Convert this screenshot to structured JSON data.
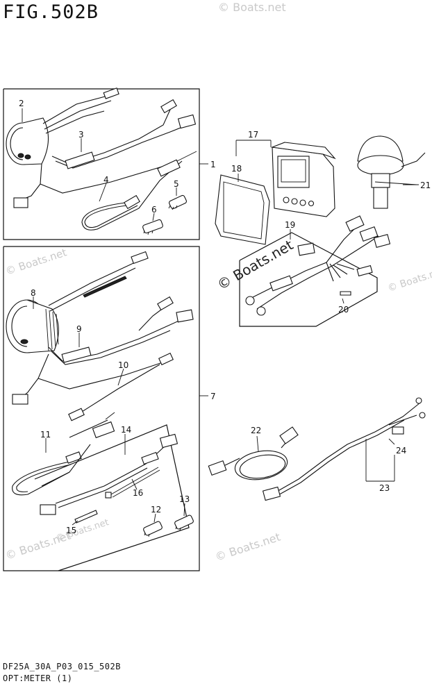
{
  "figure": {
    "title": "FIG.502B",
    "model_code": "DF25A_30A_P03_015_502B",
    "section": "OPT:METER (1)"
  },
  "watermarks": {
    "text": "© Boats.net"
  },
  "callouts": [
    {
      "id": "c1",
      "label": "1"
    },
    {
      "id": "c2",
      "label": "2"
    },
    {
      "id": "c3",
      "label": "3"
    },
    {
      "id": "c4",
      "label": "4"
    },
    {
      "id": "c5",
      "label": "5"
    },
    {
      "id": "c6",
      "label": "6"
    },
    {
      "id": "c7",
      "label": "7"
    },
    {
      "id": "c8",
      "label": "8"
    },
    {
      "id": "c9",
      "label": "9"
    },
    {
      "id": "c10",
      "label": "10"
    },
    {
      "id": "c11",
      "label": "11"
    },
    {
      "id": "c12",
      "label": "12"
    },
    {
      "id": "c13",
      "label": "13"
    },
    {
      "id": "c14",
      "label": "14"
    },
    {
      "id": "c15",
      "label": "15"
    },
    {
      "id": "c16",
      "label": "16"
    },
    {
      "id": "c17",
      "label": "17"
    },
    {
      "id": "c18",
      "label": "18"
    },
    {
      "id": "c19",
      "label": "19"
    },
    {
      "id": "c20",
      "label": "20"
    },
    {
      "id": "c21",
      "label": "21"
    },
    {
      "id": "c22",
      "label": "22"
    },
    {
      "id": "c23",
      "label": "23"
    },
    {
      "id": "c24",
      "label": "24"
    }
  ]
}
